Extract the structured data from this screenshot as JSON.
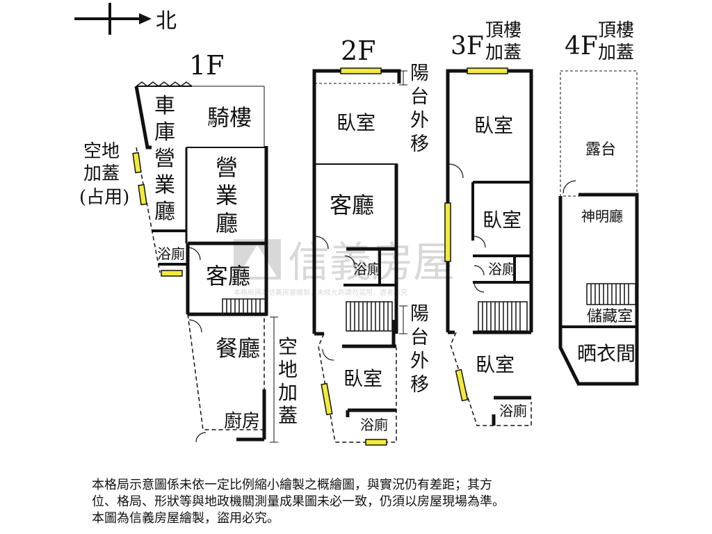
{
  "compass": {
    "north_label": "北"
  },
  "floors": {
    "f1": {
      "title": "1F",
      "rooms": {
        "garage_shop": "車庫營業廳",
        "arcade": "騎樓",
        "business_hall": "營業廳",
        "bath": "浴廁",
        "living": "客廳",
        "dining": "餐廳",
        "kitchen": "廚房"
      },
      "notes": {
        "side_extension": [
          "空地",
          "加蓋",
          "(占用)"
        ],
        "rear_extension": "空地加蓋"
      }
    },
    "f2": {
      "title": "2F",
      "rooms": {
        "bedroom_front": "臥室",
        "living": "客廳",
        "bath_mid": "浴廁",
        "bedroom_rear": "臥室",
        "bath_rear": "浴廁"
      },
      "notes": {
        "balcony_front": "陽台外移",
        "balcony_rear": "陽台外移"
      }
    },
    "f3": {
      "title": "3F",
      "subtitle": [
        "頂樓",
        "加蓋"
      ],
      "rooms": {
        "bedroom_front": "臥室",
        "bedroom_mid": "臥室",
        "bath_mid": "浴廁",
        "bedroom_rear": "臥室",
        "bath_rear": "浴廁"
      }
    },
    "f4": {
      "title": "4F",
      "subtitle": [
        "頂樓",
        "加蓋"
      ],
      "rooms": {
        "terrace": "露台",
        "shrine": "神明廳",
        "storage": "儲藏室",
        "drying": "晒衣間"
      }
    }
  },
  "watermark": {
    "brand": "信義房屋",
    "notice": "本格局圖為信義房屋繪製，未經允許請勿盜用，違者必究"
  },
  "disclaimer": [
    "本格局示意圖係未依一定比例縮小繪製之概繪圖，與實況仍有差距；其方",
    "位、格局、形狀等與地政機關測量成果圖未必一致，仍須以房屋現場為準。",
    "本圖為信義房屋繪製，盜用必究。"
  ],
  "colors": {
    "wall": "#111111",
    "window": "#f2ea3c",
    "watermark": "#9a9a9a"
  }
}
